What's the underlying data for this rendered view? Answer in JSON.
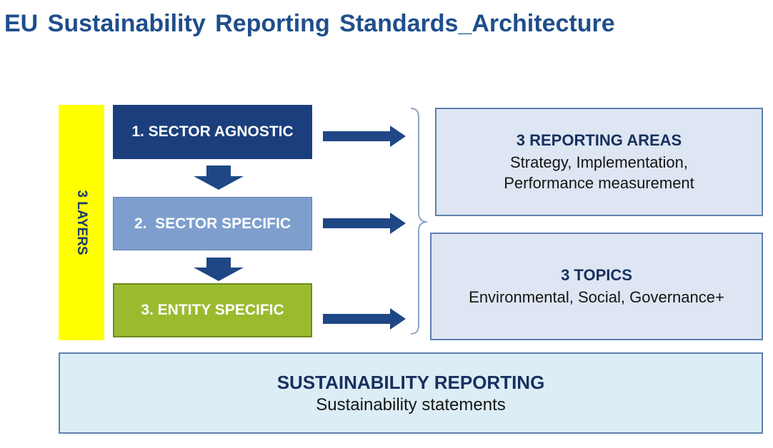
{
  "title": "EU Sustainability Reporting Standards_Architecture",
  "layers_label": "3 LAYERS",
  "layers": [
    {
      "label": "1. SECTOR AGNOSTIC",
      "color": "#1b3f7c"
    },
    {
      "label": "2.  SECTOR SPECIFIC",
      "color": "#7e9fce"
    },
    {
      "label": "3. ENTITY SPECIFIC",
      "color": "#9bbb2f"
    }
  ],
  "reporting_areas": {
    "title": "3 REPORTING AREAS",
    "line1": "Strategy, Implementation,",
    "line2": "Performance measurement"
  },
  "topics": {
    "title": "3 TOPICS",
    "line1": "Environmental, Social, Governance+"
  },
  "bottom": {
    "title": "SUSTAINABILITY REPORTING",
    "subtitle": "Sustainability statements"
  },
  "colors": {
    "accent_dark_blue": "#1b3f7c",
    "yellow": "#ffff00",
    "arrow": "#1f4785"
  }
}
